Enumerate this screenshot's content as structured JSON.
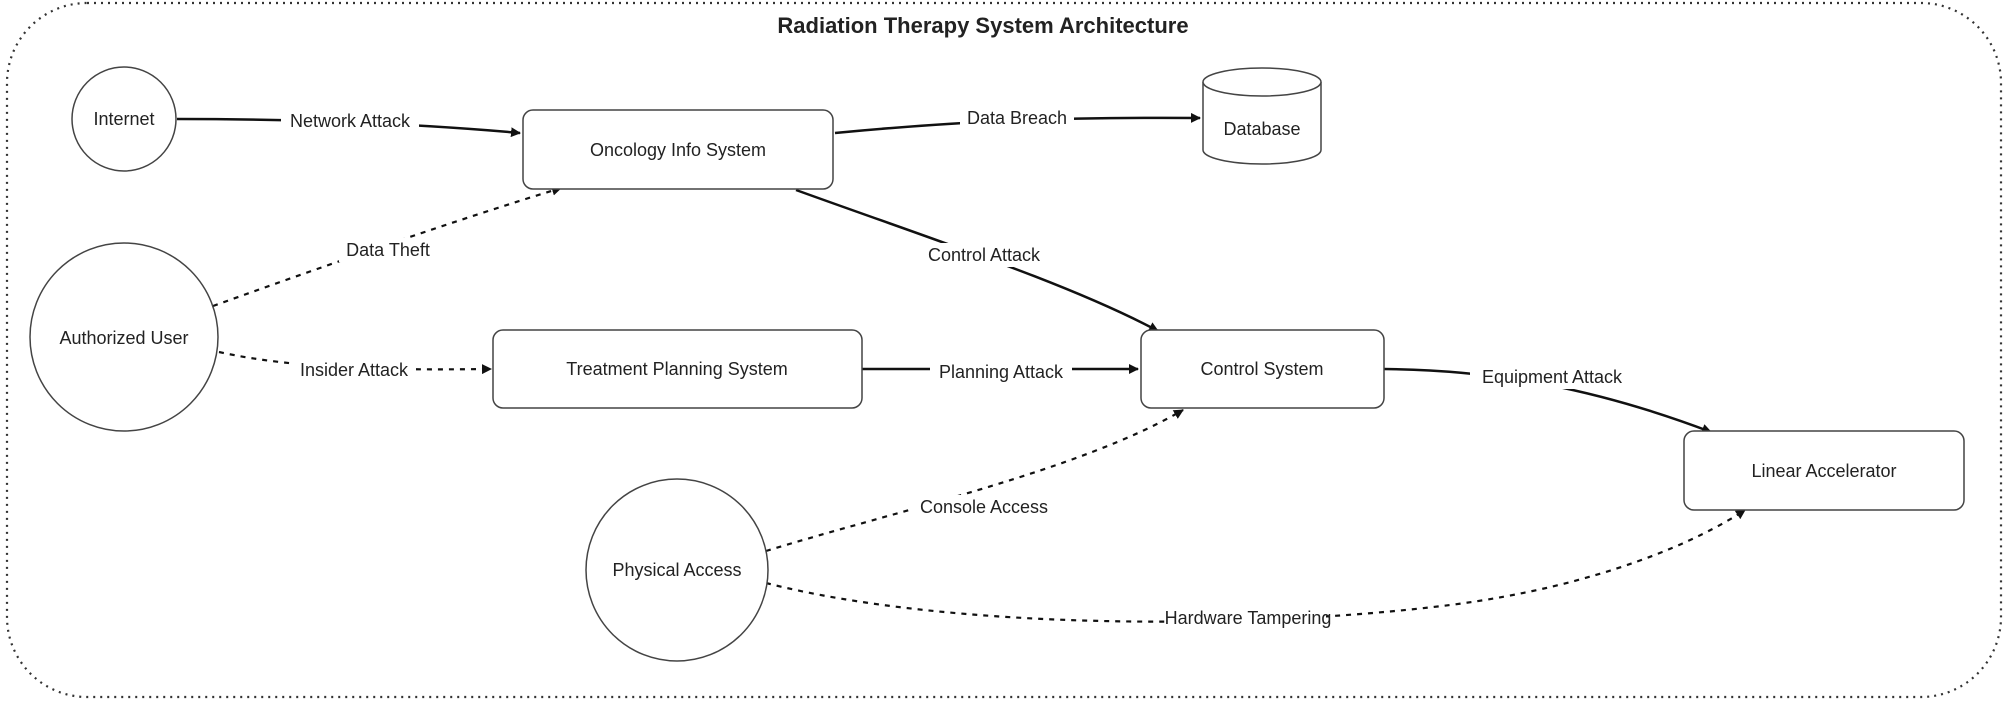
{
  "diagram": {
    "title": "Radiation Therapy System Architecture",
    "nodes": {
      "internet": {
        "label": "Internet",
        "shape": "circle"
      },
      "authorized_user": {
        "label": "Authorized User",
        "shape": "circle"
      },
      "physical_access": {
        "label": "Physical Access",
        "shape": "circle"
      },
      "oncology_info_system": {
        "label": "Oncology Info System",
        "shape": "box"
      },
      "database": {
        "label": "Database",
        "shape": "cylinder"
      },
      "treatment_planning_system": {
        "label": "Treatment Planning System",
        "shape": "box"
      },
      "control_system": {
        "label": "Control System",
        "shape": "box"
      },
      "linear_accelerator": {
        "label": "Linear Accelerator",
        "shape": "box"
      }
    },
    "edges": {
      "network_attack": {
        "label": "Network Attack",
        "from": "Internet",
        "to": "Oncology Info System",
        "style": "solid"
      },
      "data_breach": {
        "label": "Data Breach",
        "from": "Oncology Info System",
        "to": "Database",
        "style": "solid"
      },
      "data_theft": {
        "label": "Data Theft",
        "from": "Authorized User",
        "to": "Oncology Info System",
        "style": "dashed"
      },
      "control_attack": {
        "label": "Control Attack",
        "from": "Oncology Info System",
        "to": "Control System",
        "style": "solid"
      },
      "insider_attack": {
        "label": "Insider Attack",
        "from": "Authorized User",
        "to": "Treatment Planning System",
        "style": "dashed"
      },
      "planning_attack": {
        "label": "Planning Attack",
        "from": "Treatment Planning System",
        "to": "Control System",
        "style": "solid"
      },
      "equipment_attack": {
        "label": "Equipment Attack",
        "from": "Control System",
        "to": "Linear Accelerator",
        "style": "solid"
      },
      "console_access": {
        "label": "Console Access",
        "from": "Physical Access",
        "to": "Control System",
        "style": "dashed"
      },
      "hardware_tampering": {
        "label": "Hardware Tampering",
        "from": "Physical Access",
        "to": "Linear Accelerator",
        "style": "dashed"
      }
    },
    "colors": {
      "stroke": "#111111",
      "node_border": "#444444",
      "background": "#ffffff"
    }
  }
}
